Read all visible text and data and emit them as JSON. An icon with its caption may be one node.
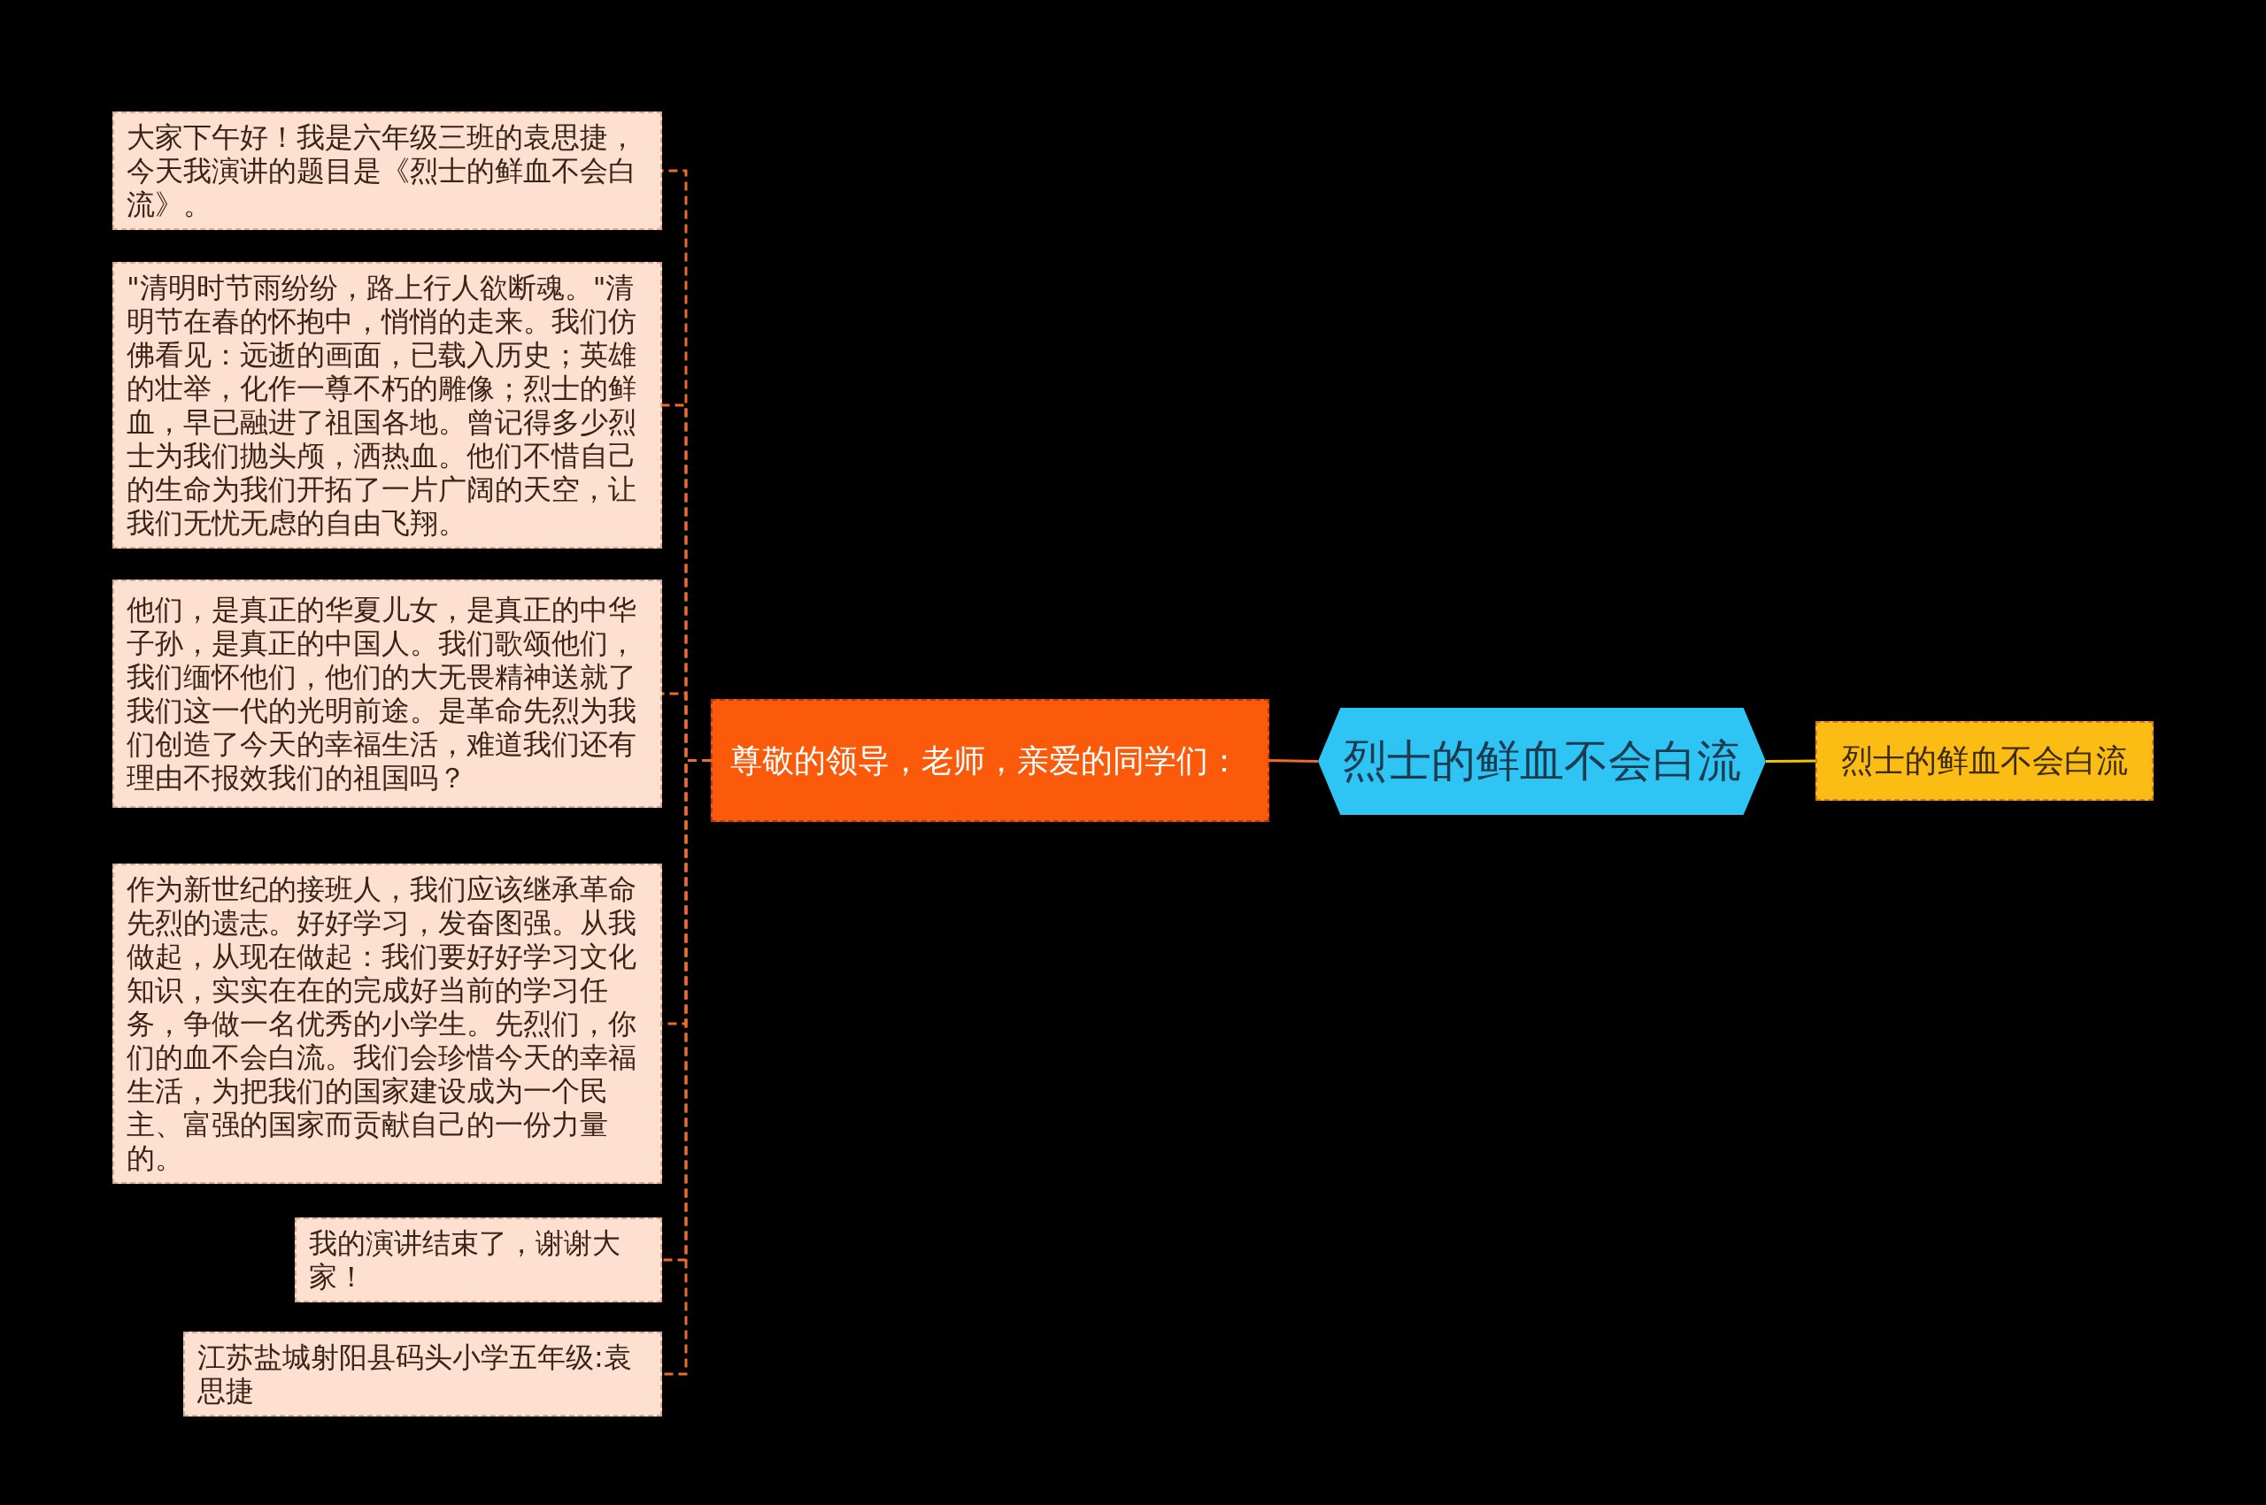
{
  "diagram": {
    "nodes": [
      {
        "text": [
          "烈士的鲜血不会白流"
        ]
      },
      {
        "text": [
          "烈士的鲜血不会白流"
        ]
      },
      {
        "text": [
          "尊敬的领导，老师，亲爱的同学们："
        ]
      },
      {
        "text": [
          "大家下午好！我是六年级三班的袁思捷，今天我演讲的题目是《烈士的鲜血不会白流》。"
        ]
      },
      {
        "text": [
          "\"清明时节雨纷纷，路上行人欲断魂。\"清明节在春的怀抱中，悄悄的走来。我们仿佛看见：远逝的画面，已载入历史；英雄的壮举，化作一尊不朽的雕像；烈士的鲜血，早已融进了祖国各地。曾记得多少烈士为我们抛头颅，洒热血。他们不惜自己的生命为我们开拓了一片广阔的天空，让我们无忧无虑的自由飞翔。"
        ]
      },
      {
        "text": [
          "他们，是真正的华夏儿女，是真正的中华子孙，是真正的中国人。我们歌颂他们，我们缅怀他们，他们的大无畏精神送就了我们这一代的光明前途。是革命先烈为我们创造了今天的幸福生活，难道我们还有理由不报效我们的祖国吗？"
        ]
      },
      {
        "text": [
          "作为新世纪的接班人，我们应该继承革命先烈的遗志。好好学习，发奋图强。从我做起，从现在做起：我们要好好学习文化知识，实实在在的完成好当前的学习任务，争做一名优秀的小学生。先烈们，你们的血不会白流。我们会珍惜今天的幸福生活，为把我们的国家建设成为一个民主、富强的国家而贡献自己的一份力量的。"
        ]
      },
      {
        "text": [
          "我的演讲结束了，谢谢大家！"
        ]
      },
      {
        "text": [
          "江苏盐城射阳县码头小学五年级:袁思捷"
        ]
      }
    ],
    "edges": [
      {
        "from": 0,
        "to": 1,
        "arrow": "none",
        "color": "#f5c400"
      },
      {
        "from": 0,
        "to": 2,
        "arrow": "none"
      },
      {
        "from": 2,
        "to": 3,
        "arrow": "none",
        "style": "dashed"
      },
      {
        "from": 2,
        "to": 4,
        "arrow": "none",
        "style": "dashed"
      },
      {
        "from": 2,
        "to": 5,
        "arrow": "none",
        "style": "dashed"
      },
      {
        "from": 2,
        "to": 6,
        "arrow": "none",
        "style": "dashed"
      },
      {
        "from": 2,
        "to": 7,
        "arrow": "none",
        "style": "dashed"
      },
      {
        "from": 2,
        "to": 8,
        "arrow": "none",
        "style": "dashed"
      }
    ]
  }
}
